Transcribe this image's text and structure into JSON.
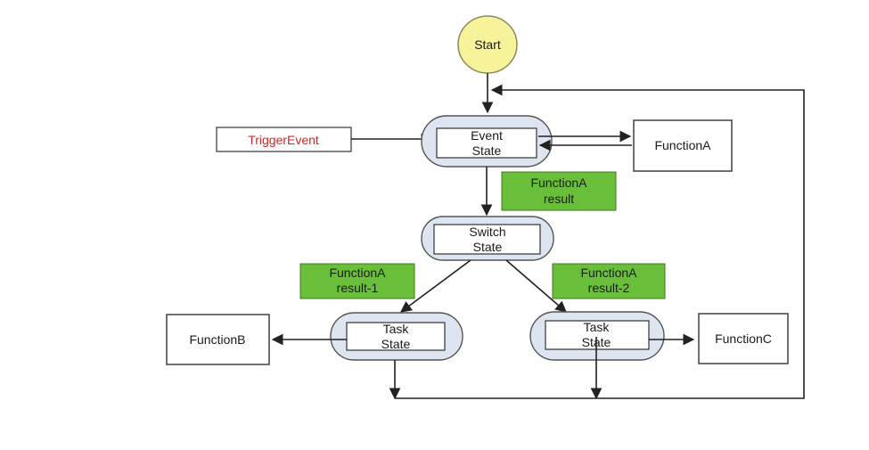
{
  "nodes": {
    "start": "Start",
    "trigger": "TriggerEvent",
    "event_state": [
      "Event",
      "State"
    ],
    "function_a": "FunctionA",
    "function_a_result": [
      "FunctionA",
      "result"
    ],
    "switch_state": [
      "Switch",
      "State"
    ],
    "result_1": [
      "FunctionA",
      "result-1"
    ],
    "result_2": [
      "FunctionA",
      "result-2"
    ],
    "task_state_left": [
      "Task",
      "State"
    ],
    "task_state_right": [
      "Task",
      "State"
    ],
    "function_b": "FunctionB",
    "function_c": "FunctionC"
  },
  "colors": {
    "start_fill": "#f6f39a",
    "start_stroke": "#8a8a5a",
    "state_fill": "#dde6f0",
    "state_stroke": "#555555",
    "result_fill": "#6abf3a",
    "trigger_text": "#e02020"
  }
}
